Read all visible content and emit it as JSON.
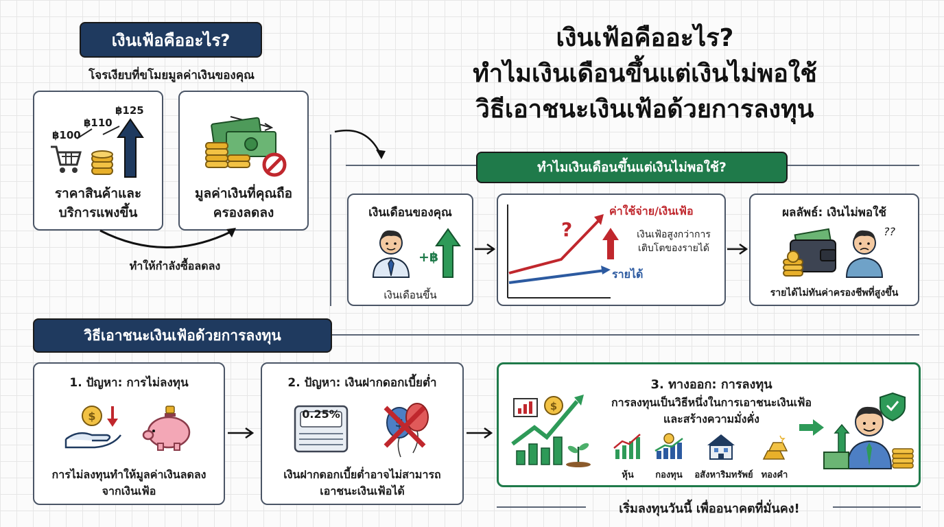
{
  "top_left": {
    "pill": "เงินเฟ้อคืออะไร?",
    "subtitle": "โจรเงียบที่ขโมยมูลค่าเงินของคุณ",
    "card1": {
      "price1": "฿100",
      "price2": "฿110",
      "price3": "฿125",
      "text": "ราคาสินค้าและบริการแพงขึ้น"
    },
    "card2": {
      "text": "มูลค่าเงินที่คุณถือครองลดลง"
    },
    "arrow_caption": "ทำให้กำลังซื้อลดลง"
  },
  "main_title": {
    "line1": "เงินเฟ้อคืออะไร?",
    "line2": "ทำไมเงินเดือนขึ้นแต่เงินไม่พอใช้",
    "line3": "วิธีเอาชนะเงินเฟ้อด้วยการลงทุน"
  },
  "why": {
    "pill": "ทำไมเงินเดือนขึ้นแต่เงินไม่พอใช้?",
    "salary_card": {
      "title": "เงินเดือนของคุณ",
      "plus": "+฿",
      "caption": "เงินเดือนขึ้น"
    },
    "chart_card": {
      "expense_label": "ค่าใช้จ่าย/เงินเฟ้อ",
      "question": "?",
      "note": "เงินเฟ้อสูงกว่าการเติบโตของรายได้",
      "income_label": "รายได้"
    },
    "result_card": {
      "title": "ผลลัพธ์: เงินไม่พอใช้",
      "qq": "??",
      "caption": "รายได้ไม่ทันค่าครองชีพที่สูงขึ้น"
    }
  },
  "how": {
    "pill": "วิธีเอาชนะเงินเฟ้อด้วยการลงทุน",
    "card1": {
      "title": "1. ปัญหา: การไม่ลงทุน",
      "caption": "การไม่ลงทุนทำให้มูลค่าเงินลดลงจากเงินเฟ้อ"
    },
    "card2": {
      "title": "2. ปัญหา: เงินฝากดอกเบี้ยต่ำ",
      "rate": "0.25%",
      "caption": "เงินฝากดอกเบี้ยต่ำอาจไม่สามารถเอาชนะเงินเฟ้อได้"
    },
    "card3": {
      "title": "3. ทางออก: การลงทุน",
      "desc": "การลงทุนเป็นวิธีหนึ่งในการเอาชนะเงินเฟ้อและสร้างความมั่งคั่ง",
      "assets": [
        "หุ้น",
        "กองทุน",
        "อสังหาริมทรัพย์",
        "ทองคำ"
      ]
    },
    "footer": "เริ่มลงทุนวันนี้ เพื่ออนาคตที่มั่นคง!"
  },
  "colors": {
    "navy": "#1f3a5f",
    "green": "#1f7a4a",
    "red": "#c0272d",
    "blue": "#2c5aa0",
    "gold": "#e8b02a"
  }
}
